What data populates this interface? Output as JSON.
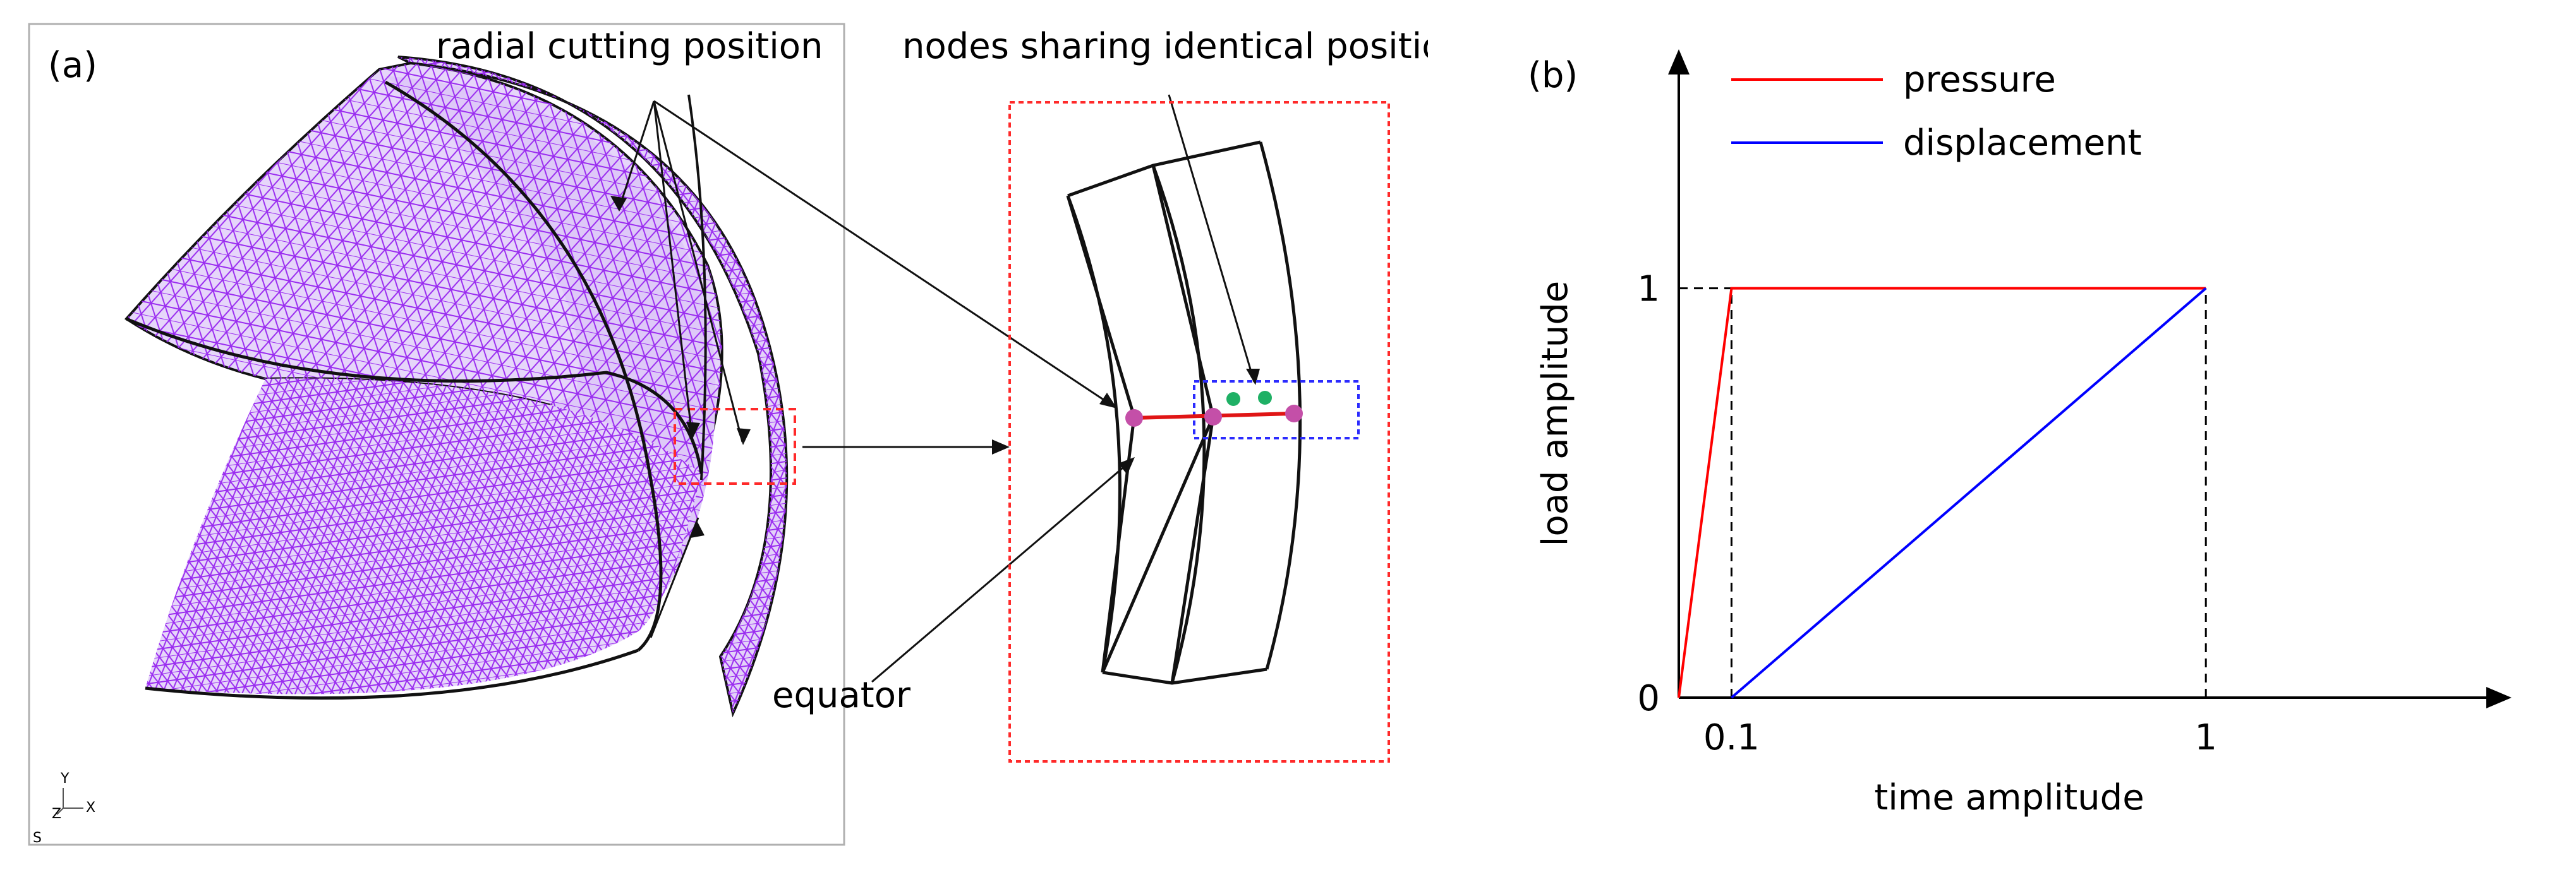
{
  "panel_a": {
    "label": "(a)",
    "radial_cutting": "radial cutting position",
    "nodes_sharing": "nodes sharing identical positions",
    "equator": "equator",
    "axis_y": "Y",
    "axis_x": "X",
    "axis_z": "Z",
    "corner_s": "S",
    "colors": {
      "mesh": "#9a2cf0",
      "mesh_fill": "#dcc4f7",
      "red_box": "#ff2a2a",
      "blue_box": "#2b2bff",
      "node_purple": "#c44fa8",
      "node_green": "#1fb065",
      "link_red": "#e01515"
    }
  },
  "panel_b": {
    "label": "(b)",
    "legend": {
      "pressure": "pressure",
      "displacement": "displacement"
    },
    "colors": {
      "pressure": "#ff0000",
      "displacement": "#0000ff"
    }
  },
  "chart_data": {
    "type": "line",
    "xlabel": "time amplitude",
    "ylabel": "load amplitude",
    "xticks": [
      "0.1",
      "1"
    ],
    "yticks": [
      "0",
      "1"
    ],
    "xlim": [
      0,
      1.55
    ],
    "ylim": [
      0,
      1.55
    ],
    "legend_position": "top-left",
    "series": [
      {
        "name": "pressure",
        "x": [
          0,
          0.1,
          1
        ],
        "y": [
          0,
          1,
          1
        ]
      },
      {
        "name": "displacement",
        "x": [
          0.1,
          1
        ],
        "y": [
          0,
          1
        ]
      }
    ],
    "guides": {
      "x": [
        0.1,
        1
      ],
      "y": [
        1
      ]
    }
  }
}
